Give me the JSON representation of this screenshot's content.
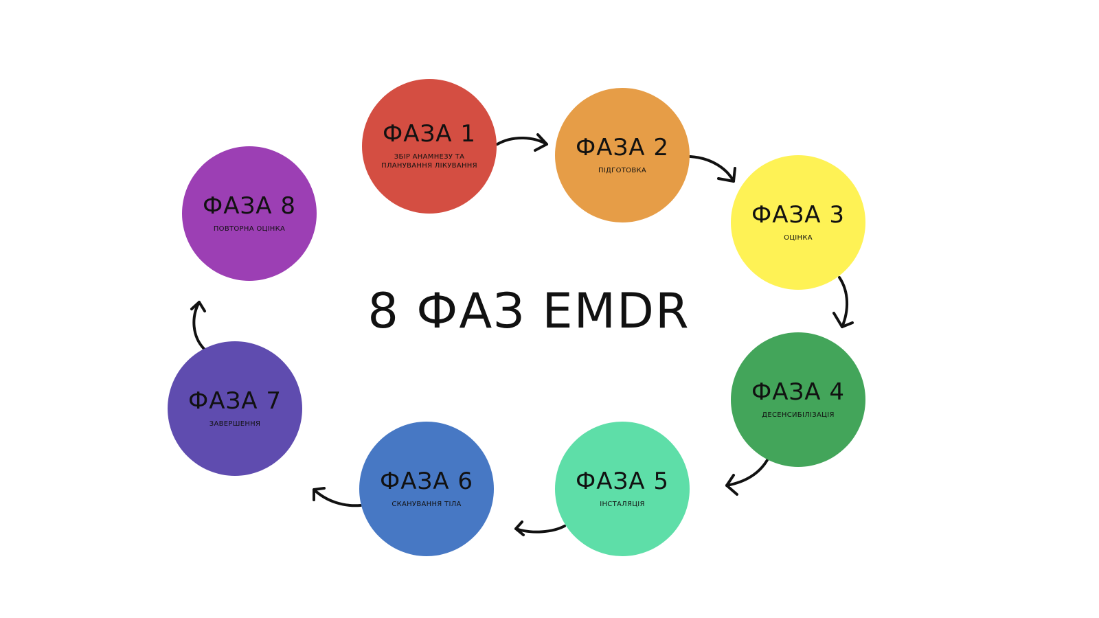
{
  "title": "8 ФАЗ EMDR",
  "phases": [
    {
      "title": "ФАЗА 1",
      "description": "ЗБІР АНАМНЕЗУ ТА ПЛАНУВАННЯ ЛІКУВАННЯ",
      "color": "#D44E42"
    },
    {
      "title": "ФАЗА 2",
      "description": "ПІДГОТОВКА",
      "color": "#E69D47"
    },
    {
      "title": "ФАЗА 3",
      "description": "ОЦІНКА",
      "color": "#FEF255"
    },
    {
      "title": "ФАЗА 4",
      "description": "ДЕСЕНСИБІЛІЗАЦІЯ",
      "color": "#43A55A"
    },
    {
      "title": "ФАЗА 5",
      "description": "ІНСТАЛЯЦІЯ",
      "color": "#5EDEA8"
    },
    {
      "title": "ФАЗА 6",
      "description": "СКАНУВАННЯ ТІЛА",
      "color": "#4778C4"
    },
    {
      "title": "ФАЗА 7",
      "description": "ЗАВЕРШЕННЯ",
      "color": "#5F4CAF"
    },
    {
      "title": "ФАЗА 8",
      "description": "ПОВТОРНА ОЦІНКА",
      "color": "#9C3FB4"
    }
  ]
}
